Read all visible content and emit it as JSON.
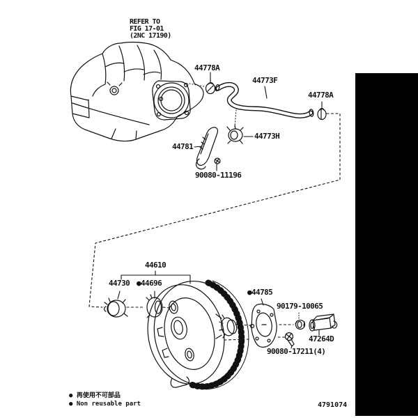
{
  "colors": {
    "ink": "#111111",
    "paper": "#ffffff",
    "band": "#000000"
  },
  "note": {
    "line1": "REFER TO",
    "line2": "FIG 17-01",
    "line3": "(2NC 17190)"
  },
  "markers": {
    "non_reusable": "●"
  },
  "parts": {
    "clip_hose_manifold": {
      "number": "44778A"
    },
    "vacuum_hose": {
      "number": "44773F"
    },
    "clip_hose_booster": {
      "number": "44778A"
    },
    "hose_clamp": {
      "number": "44773H"
    },
    "bracket": {
      "number": "44781"
    },
    "bracket_bolt": {
      "number": "90080-11196"
    },
    "brake_booster": {
      "number": "44610"
    },
    "check_valve": {
      "number": "44730"
    },
    "grommet": {
      "number": "44696"
    },
    "gasket": {
      "number": "44785"
    },
    "nut": {
      "number": "90179-10065"
    },
    "clamp": {
      "number": "47264D"
    },
    "booster_bolt": {
      "number": "90080-17211(4)"
    }
  },
  "legend": {
    "jp": "再使用不可部品",
    "en": "Non reusable part"
  },
  "drawing_number": "4791074"
}
